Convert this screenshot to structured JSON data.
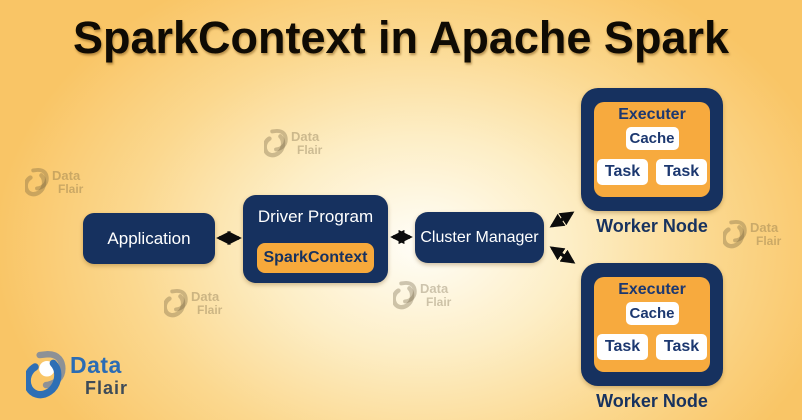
{
  "title": "SparkContext in Apache Spark",
  "boxes": {
    "application": {
      "label": "Application"
    },
    "driver_program": {
      "label": "Driver Program",
      "spark_context_label": "SparkContext"
    },
    "cluster_manager": {
      "label": "Cluster Manager"
    }
  },
  "worker_nodes": [
    {
      "label": "Worker Node",
      "executer_label": "Executer",
      "cache_label": "Cache",
      "tasks": [
        "Task",
        "Task"
      ]
    },
    {
      "label": "Worker Node",
      "executer_label": "Executer",
      "cache_label": "Cache",
      "tasks": [
        "Task",
        "Task"
      ]
    }
  ],
  "branding": {
    "logo_word_top": "Data",
    "logo_word_bottom": "Flair"
  },
  "watermark": {
    "word_top": "Data",
    "word_bottom": "Flair"
  },
  "colors": {
    "navy": "#16315f",
    "orange": "#f7a93b",
    "background": "#f9c566",
    "background_highlight": "#fffef8",
    "arrow_black": "#0c0c0c",
    "logo_blue": "#2b6cb4",
    "logo_gray": "#8d9196",
    "logo_dark": "#3e4b58",
    "white": "#ffffff"
  }
}
